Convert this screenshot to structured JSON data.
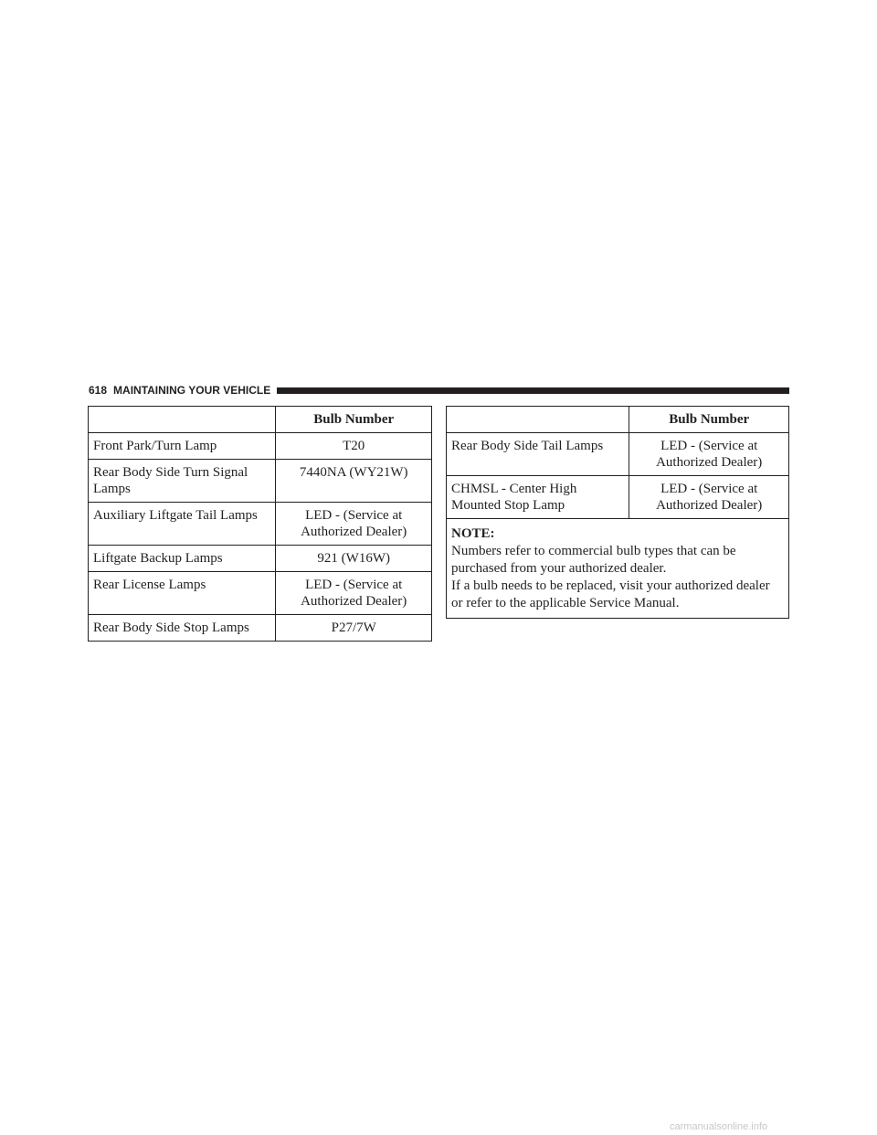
{
  "header": {
    "page_number": "618",
    "section_title": "MAINTAINING YOUR VEHICLE"
  },
  "left_table": {
    "column_header": "Bulb Number",
    "rows": [
      {
        "label": "Front Park/Turn Lamp",
        "value": "T20"
      },
      {
        "label": "Rear Body Side Turn Signal Lamps",
        "value": "7440NA (WY21W)"
      },
      {
        "label": "Auxiliary Liftgate Tail Lamps",
        "value": "LED - (Service at Authorized Dealer)"
      },
      {
        "label": "Liftgate Backup Lamps",
        "value": "921 (W16W)"
      },
      {
        "label": "Rear License Lamps",
        "value": "LED - (Service at Authorized Dealer)"
      },
      {
        "label": "Rear Body Side Stop Lamps",
        "value": "P27/7W"
      }
    ]
  },
  "right_table": {
    "column_header": "Bulb Number",
    "rows": [
      {
        "label": "Rear Body Side Tail Lamps",
        "value": "LED - (Service at Authorized Dealer)"
      },
      {
        "label": "CHMSL - Center High Mounted Stop Lamp",
        "value": "LED - (Service at Authorized Dealer)"
      }
    ],
    "note": {
      "label": "NOTE:",
      "lines": [
        "Numbers refer to commercial bulb types that can be purchased from your authorized dealer.",
        "If a bulb needs to be replaced, visit your authorized dealer or refer to the applicable Service Manual."
      ]
    }
  },
  "footer": {
    "watermark": "carmanualsonline.info"
  }
}
